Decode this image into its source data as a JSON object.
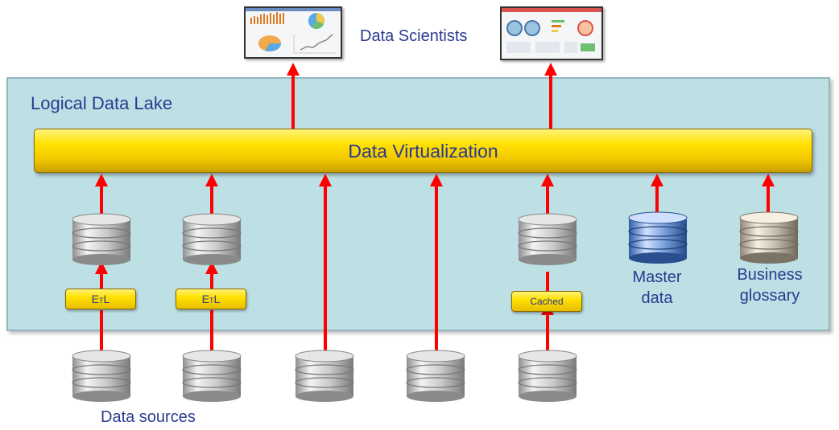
{
  "diagram": {
    "lake_title": "Logical Data Lake",
    "virtualization_label": "Data Virtualization",
    "consumers_label": "Data Scientists",
    "sources_label": "Data sources",
    "etl_label_1": "E",
    "etl_label_1_sub": "T",
    "etl_label_1_end": "L",
    "etl_label_2": "E",
    "etl_label_2_sub": "T",
    "etl_label_2_end": "L",
    "cached_label": "Cached",
    "master_label_line1": "Master",
    "master_label_line2": "data",
    "glossary_label_line1": "Business",
    "glossary_label_line2": "glossary"
  },
  "colors": {
    "arrow": "#ff0000",
    "lake_bg": "#bde0e5",
    "text": "#2b3a8f",
    "virtualization_bar": "#ffe100"
  }
}
